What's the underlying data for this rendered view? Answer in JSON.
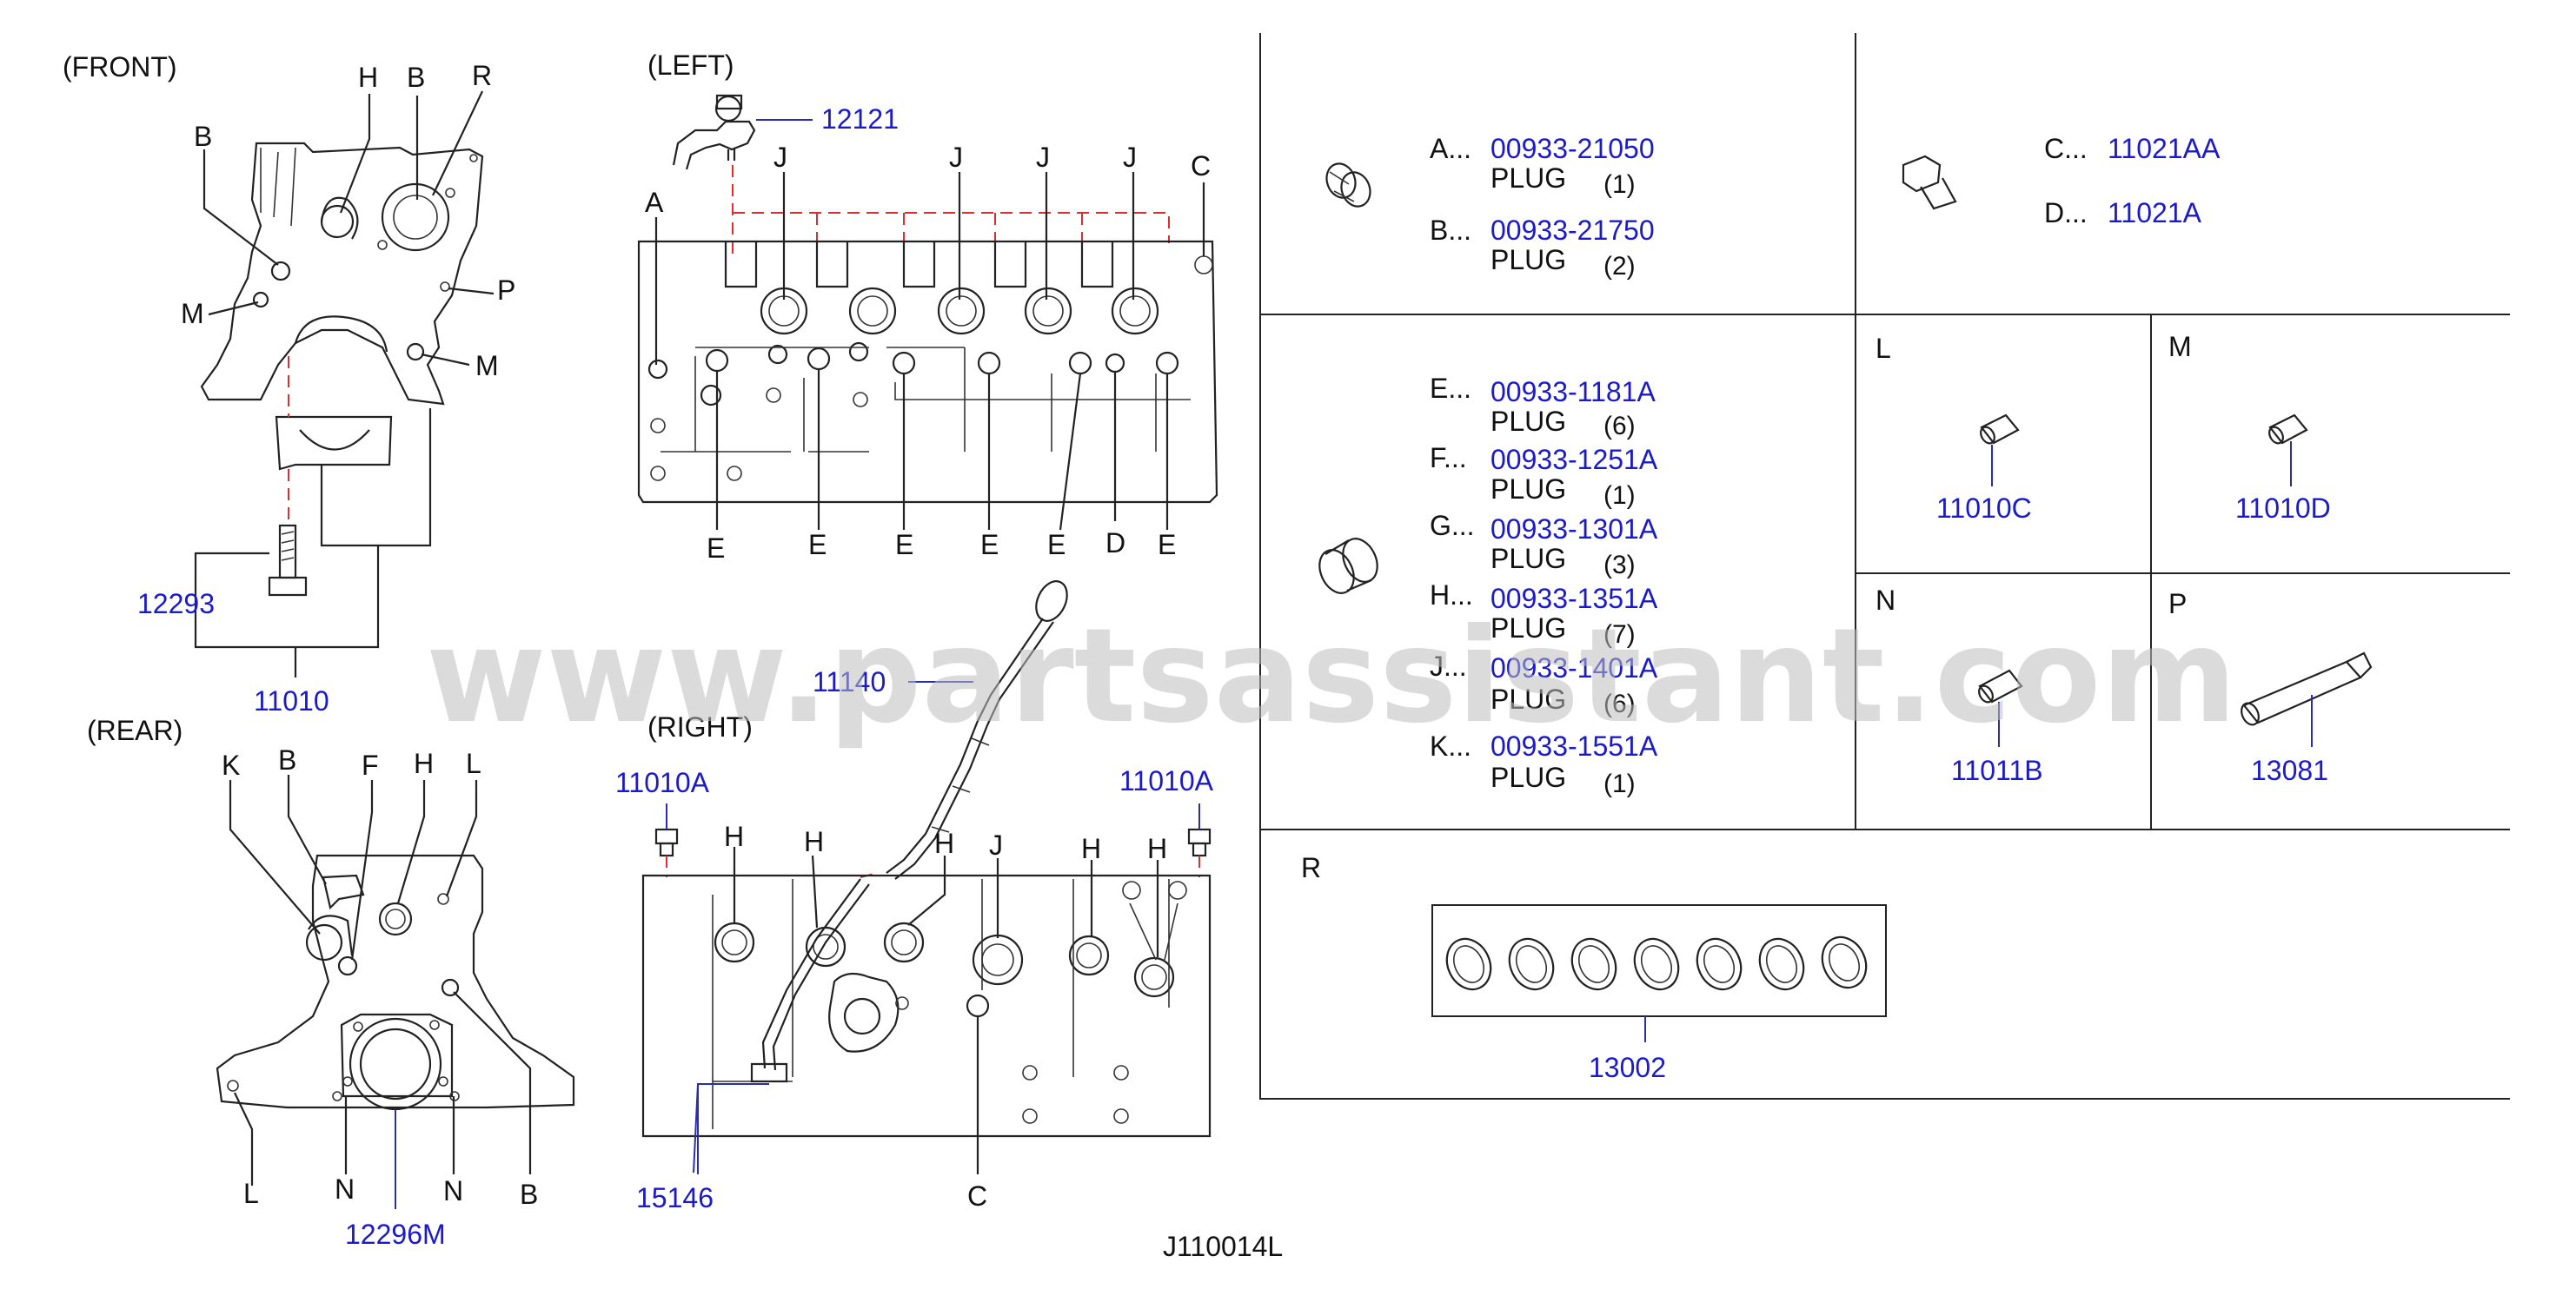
{
  "views": {
    "front": "(FRONT)",
    "left": "(LEFT)",
    "rear": "(REAR)",
    "right": "(RIGHT)"
  },
  "diagram_id": "J110014L",
  "watermark": "www.partsassistant.com",
  "callouts": {
    "front": {
      "H": "H",
      "B1": "B",
      "R": "R",
      "B2": "B",
      "M1": "M",
      "P": "P",
      "M2": "M"
    },
    "left": {
      "A": "A",
      "J1": "J",
      "J2": "J",
      "J3": "J",
      "J4": "J",
      "C": "C",
      "E1": "E",
      "E2": "E",
      "E3": "E",
      "E4": "E",
      "E5": "E",
      "D": "D",
      "E6": "E"
    },
    "rear": {
      "K": "K",
      "B1": "B",
      "F": "F",
      "H": "H",
      "L1": "L",
      "L2": "L",
      "N1": "N",
      "N2": "N",
      "B2": "B"
    },
    "right": {
      "H1": "H",
      "H2": "H",
      "H3": "H",
      "J": "J",
      "H4": "H",
      "H5": "H",
      "C": "C"
    }
  },
  "parts": {
    "p12121": "12121",
    "p12293": "12293",
    "p11010": "11010",
    "p11140": "11140",
    "p11010A_1": "11010A",
    "p11010A_2": "11010A",
    "p15146": "15146",
    "p12296M": "12296M"
  },
  "table": {
    "cell_ab": [
      {
        "letter": "A...",
        "part": "00933-21050",
        "name": "PLUG",
        "qty": "(1)"
      },
      {
        "letter": "B...",
        "part": "00933-21750",
        "name": "PLUG",
        "qty": "(2)"
      }
    ],
    "cell_cd": [
      {
        "letter": "C...",
        "part": "11021AA"
      },
      {
        "letter": "D...",
        "part": "11021A"
      }
    ],
    "cell_ek": [
      {
        "letter": "E...",
        "part": "00933-1181A",
        "name": "PLUG",
        "qty": "(6)"
      },
      {
        "letter": "F...",
        "part": "00933-1251A",
        "name": "PLUG",
        "qty": "(1)"
      },
      {
        "letter": "G...",
        "part": "00933-1301A",
        "name": "PLUG",
        "qty": "(3)"
      },
      {
        "letter": "H...",
        "part": "00933-1351A",
        "name": "PLUG",
        "qty": "(7)"
      },
      {
        "letter": "J...",
        "part": "00933-1401A",
        "name": "PLUG",
        "qty": "(6)"
      },
      {
        "letter": "K...",
        "part": "00933-1551A",
        "name": "PLUG",
        "qty": "(1)"
      }
    ],
    "cell_l": {
      "letter": "L",
      "part": "11010C"
    },
    "cell_m": {
      "letter": "M",
      "part": "11010D"
    },
    "cell_n": {
      "letter": "N",
      "part": "11011B"
    },
    "cell_p": {
      "letter": "P",
      "part": "13081"
    },
    "cell_r": {
      "letter": "R",
      "part": "13002"
    }
  }
}
